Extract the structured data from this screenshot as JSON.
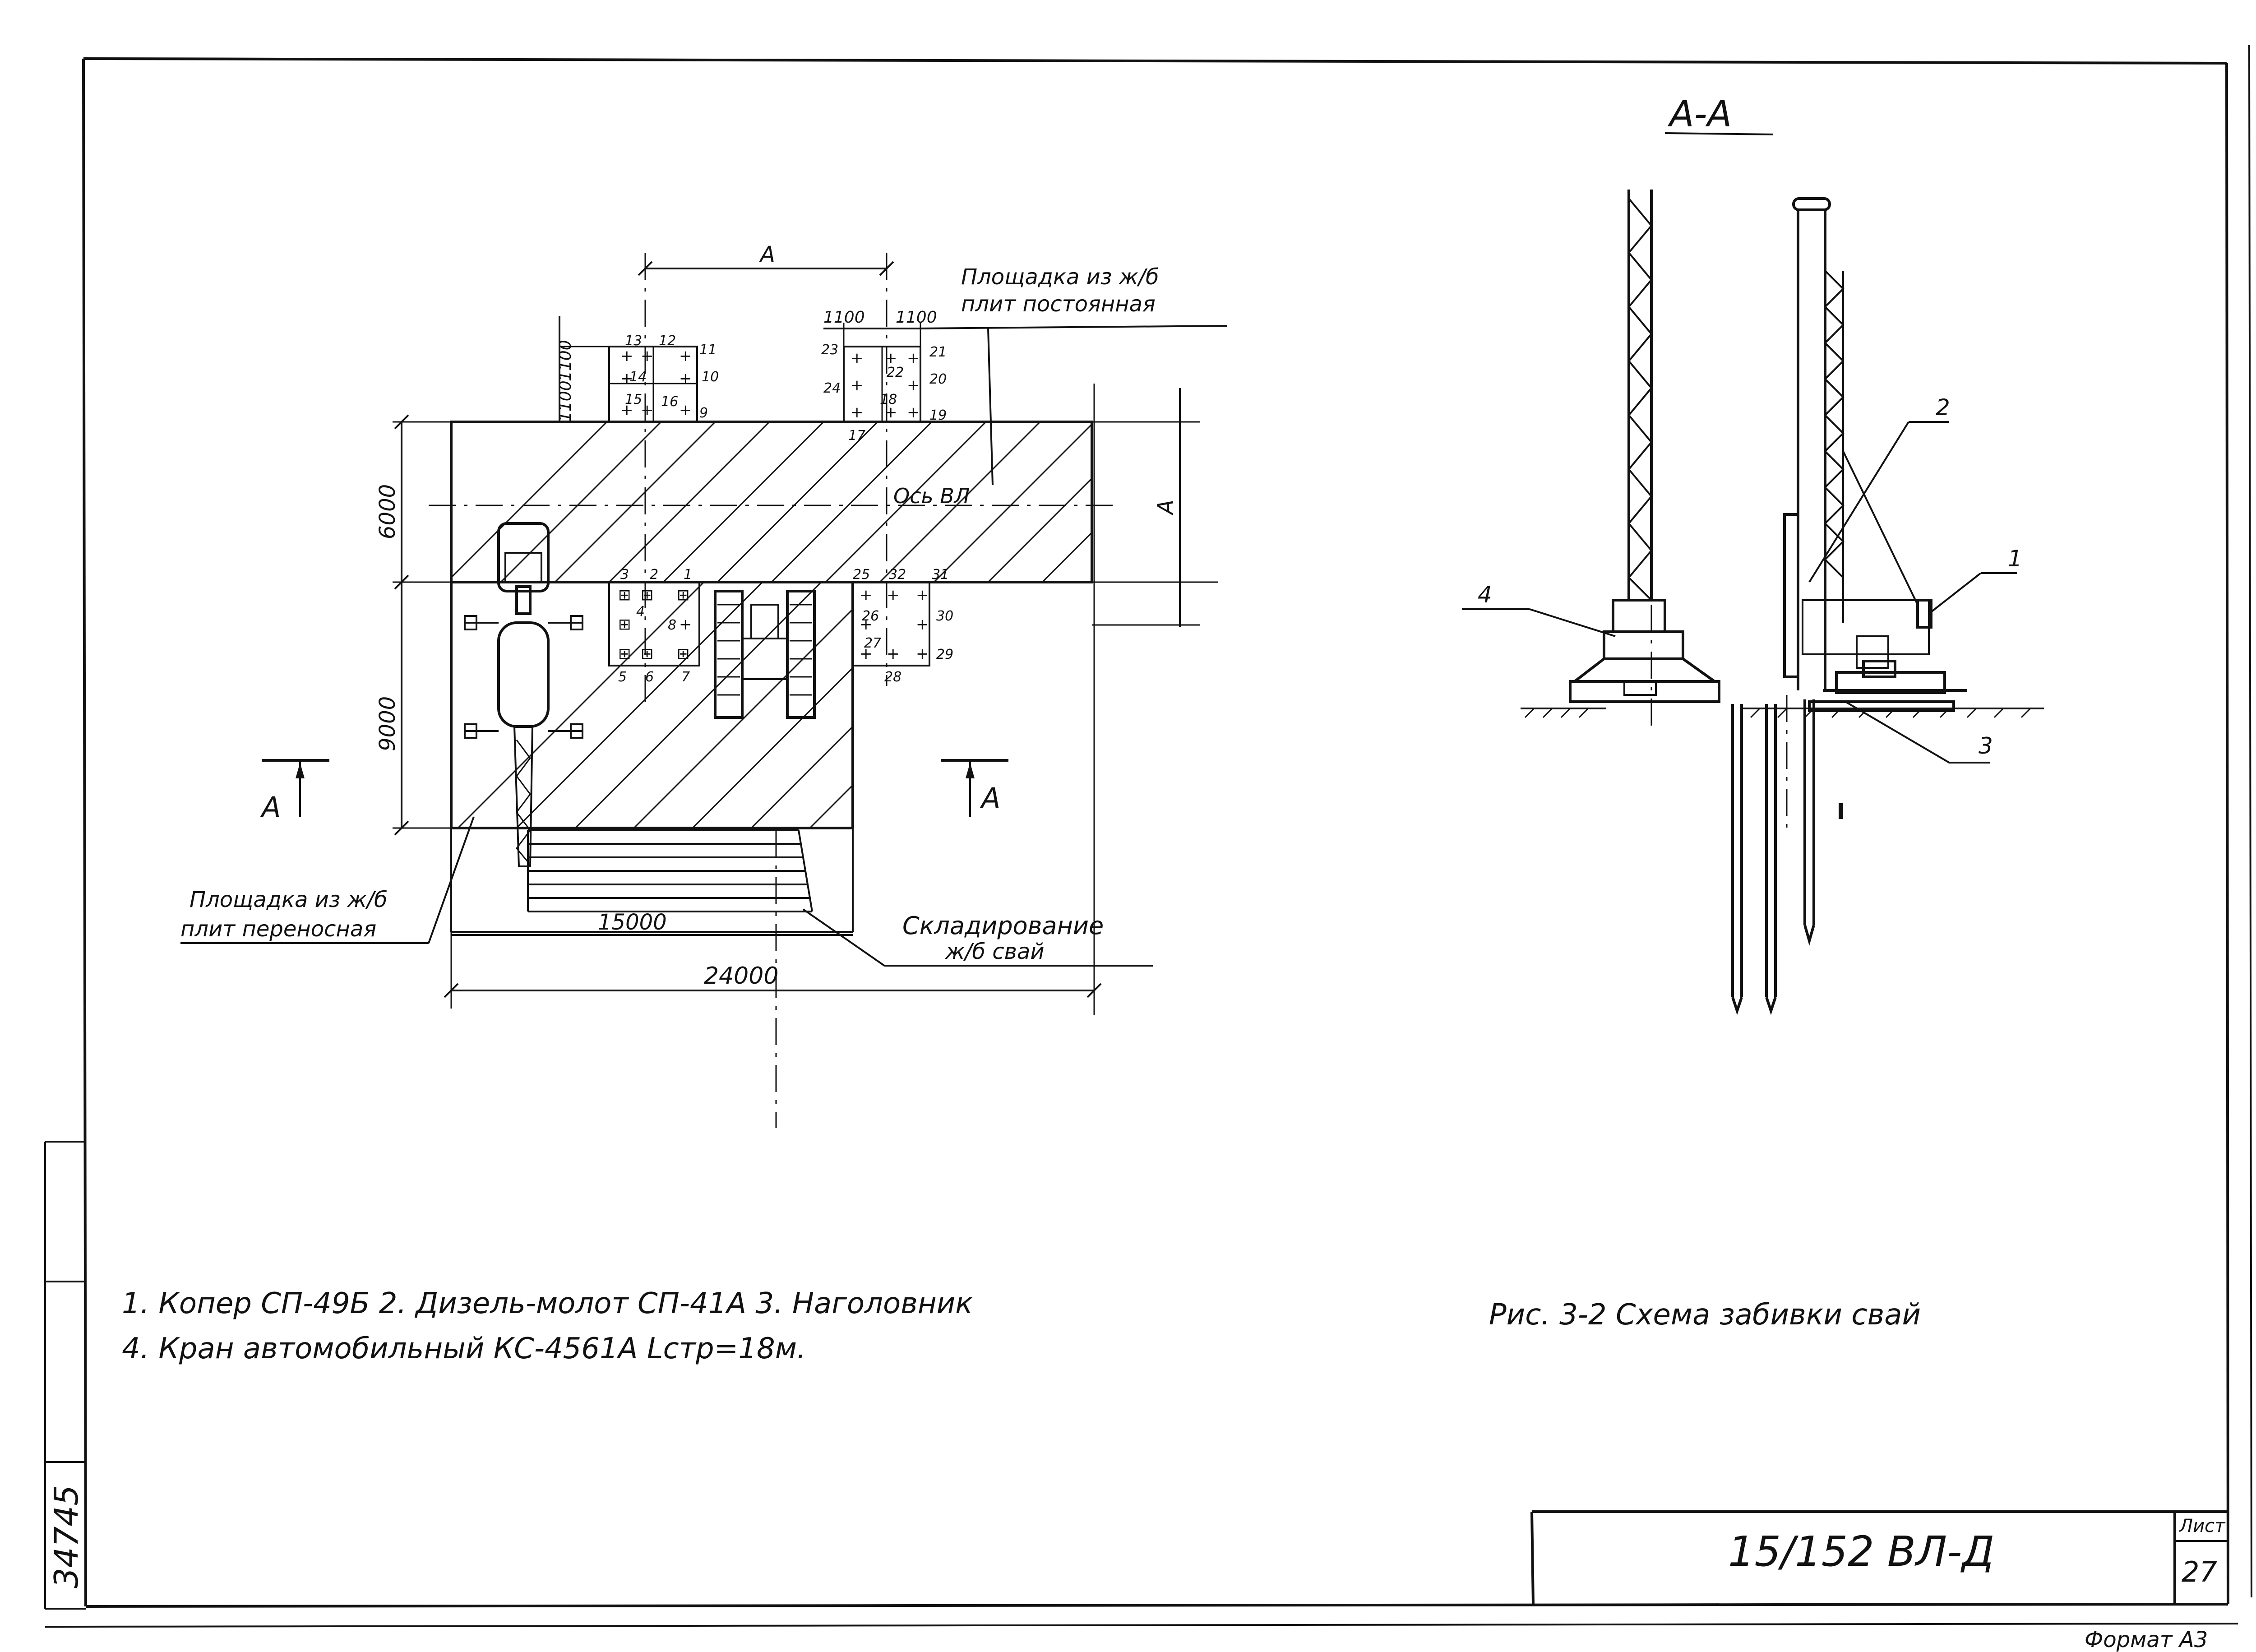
{
  "section_title": "А-А",
  "plan": {
    "dim_top": "А",
    "dim_right": "А",
    "dim_1100_a": "1100",
    "dim_1100_b": "1100",
    "dim_1100_c": "1100",
    "dim_1100_d": "1100",
    "dim_6000": "6000",
    "dim_9000": "9000",
    "dim_15000": "15000",
    "dim_24000": "24000",
    "axis_label": "Ось ВЛ",
    "cut_left": "А",
    "cut_right": "А",
    "label_permanent_line1": "Площадка из ж/б",
    "label_permanent_line2": "плит постоянная",
    "label_portable_line1": "Площадка из ж/б",
    "label_portable_line2": "плит переносная",
    "label_storage_line1": "Складирование",
    "label_storage_line2": "ж/б свай",
    "pile_numbers": [
      "1",
      "2",
      "3",
      "4",
      "5",
      "6",
      "7",
      "8",
      "9",
      "10",
      "11",
      "12",
      "13",
      "14",
      "15",
      "16",
      "17",
      "18",
      "19",
      "20",
      "21",
      "22",
      "23",
      "24",
      "25",
      "26",
      "27",
      "28",
      "29",
      "30",
      "31",
      "32"
    ]
  },
  "section": {
    "callout_1": "1",
    "callout_2": "2",
    "callout_3": "3",
    "callout_4": "4"
  },
  "legend": {
    "line1": "1. Копер СП-49Б  2. Дизель-молот СП-41А  3. Наголовник",
    "line2": "4. Кран автомобильный  КС-4561А Lстр=18м."
  },
  "caption": "Рис. 3-2  Схема забивки свай",
  "title_block": {
    "doc_code": "15/152 ВЛ-Д",
    "sheet_label": "Лист",
    "sheet_no": "27",
    "format": "Формат А3"
  },
  "archive_no": "34745"
}
